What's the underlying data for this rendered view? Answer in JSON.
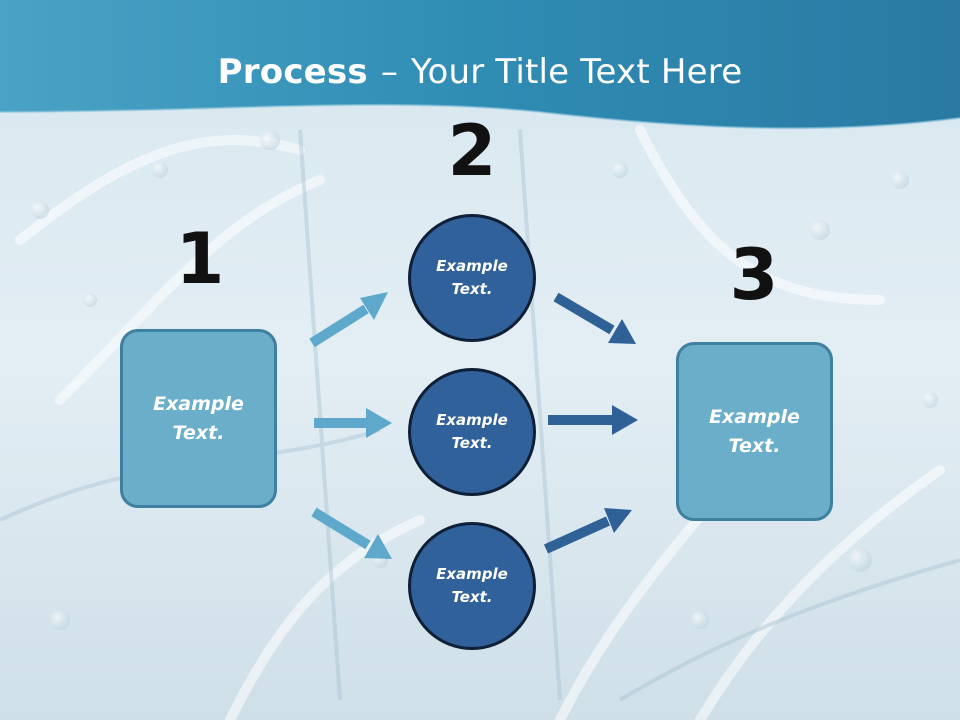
{
  "title": {
    "bold": "Process",
    "dash": "–",
    "rest": "Your Title Text Here"
  },
  "steps": {
    "one": "1",
    "two": "2",
    "three": "3"
  },
  "left_box": {
    "line1": "Example",
    "line2": "Text."
  },
  "circles": [
    {
      "line1": "Example",
      "line2": "Text."
    },
    {
      "line1": "Example",
      "line2": "Text."
    },
    {
      "line1": "Example",
      "line2": "Text."
    }
  ],
  "right_box": {
    "line1": "Example",
    "line2": "Text."
  },
  "colors": {
    "header": "#2e8ab0",
    "box_fill": "#6aaec9",
    "circle_fill": "#31619a",
    "arrow_light": "#5ea8cc",
    "arrow_dark": "#2f6197"
  }
}
